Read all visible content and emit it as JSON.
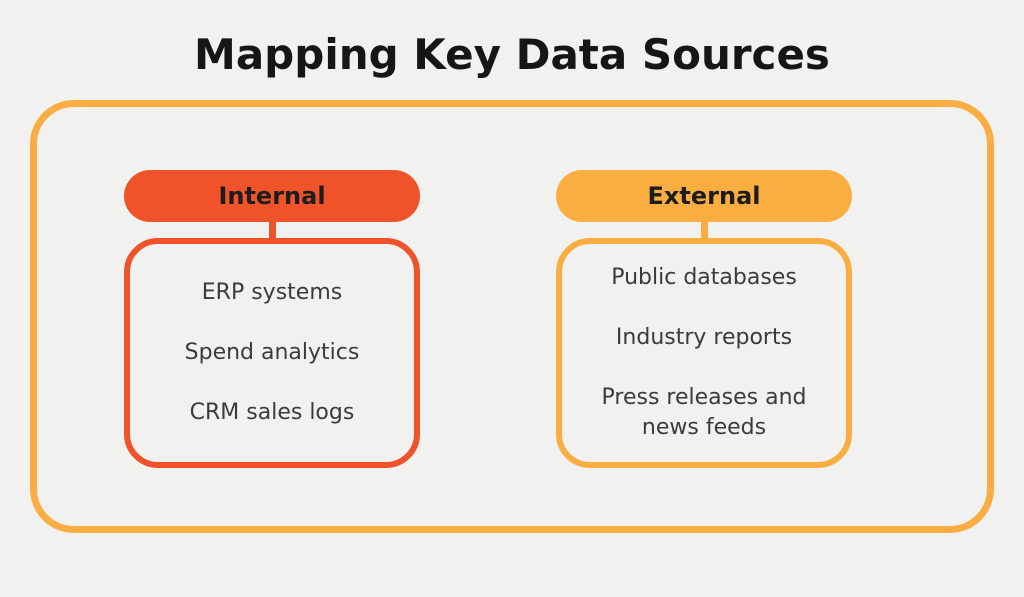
{
  "title": "Mapping Key Data Sources",
  "colors": {
    "background": "#F1F1F0",
    "frame_border": "#FAAD42",
    "internal_accent": "#F0532A",
    "external_accent": "#FAAE42",
    "title_text": "#161616",
    "item_text": "#3B3B3A",
    "label_text": "#1D1D1B"
  },
  "columns": [
    {
      "id": "internal",
      "label": "Internal",
      "items": [
        "ERP systems",
        "Spend analytics",
        "CRM sales logs"
      ]
    },
    {
      "id": "external",
      "label": "External",
      "items": [
        "Public databases",
        "Industry reports",
        "Press releases and news feeds"
      ]
    }
  ]
}
